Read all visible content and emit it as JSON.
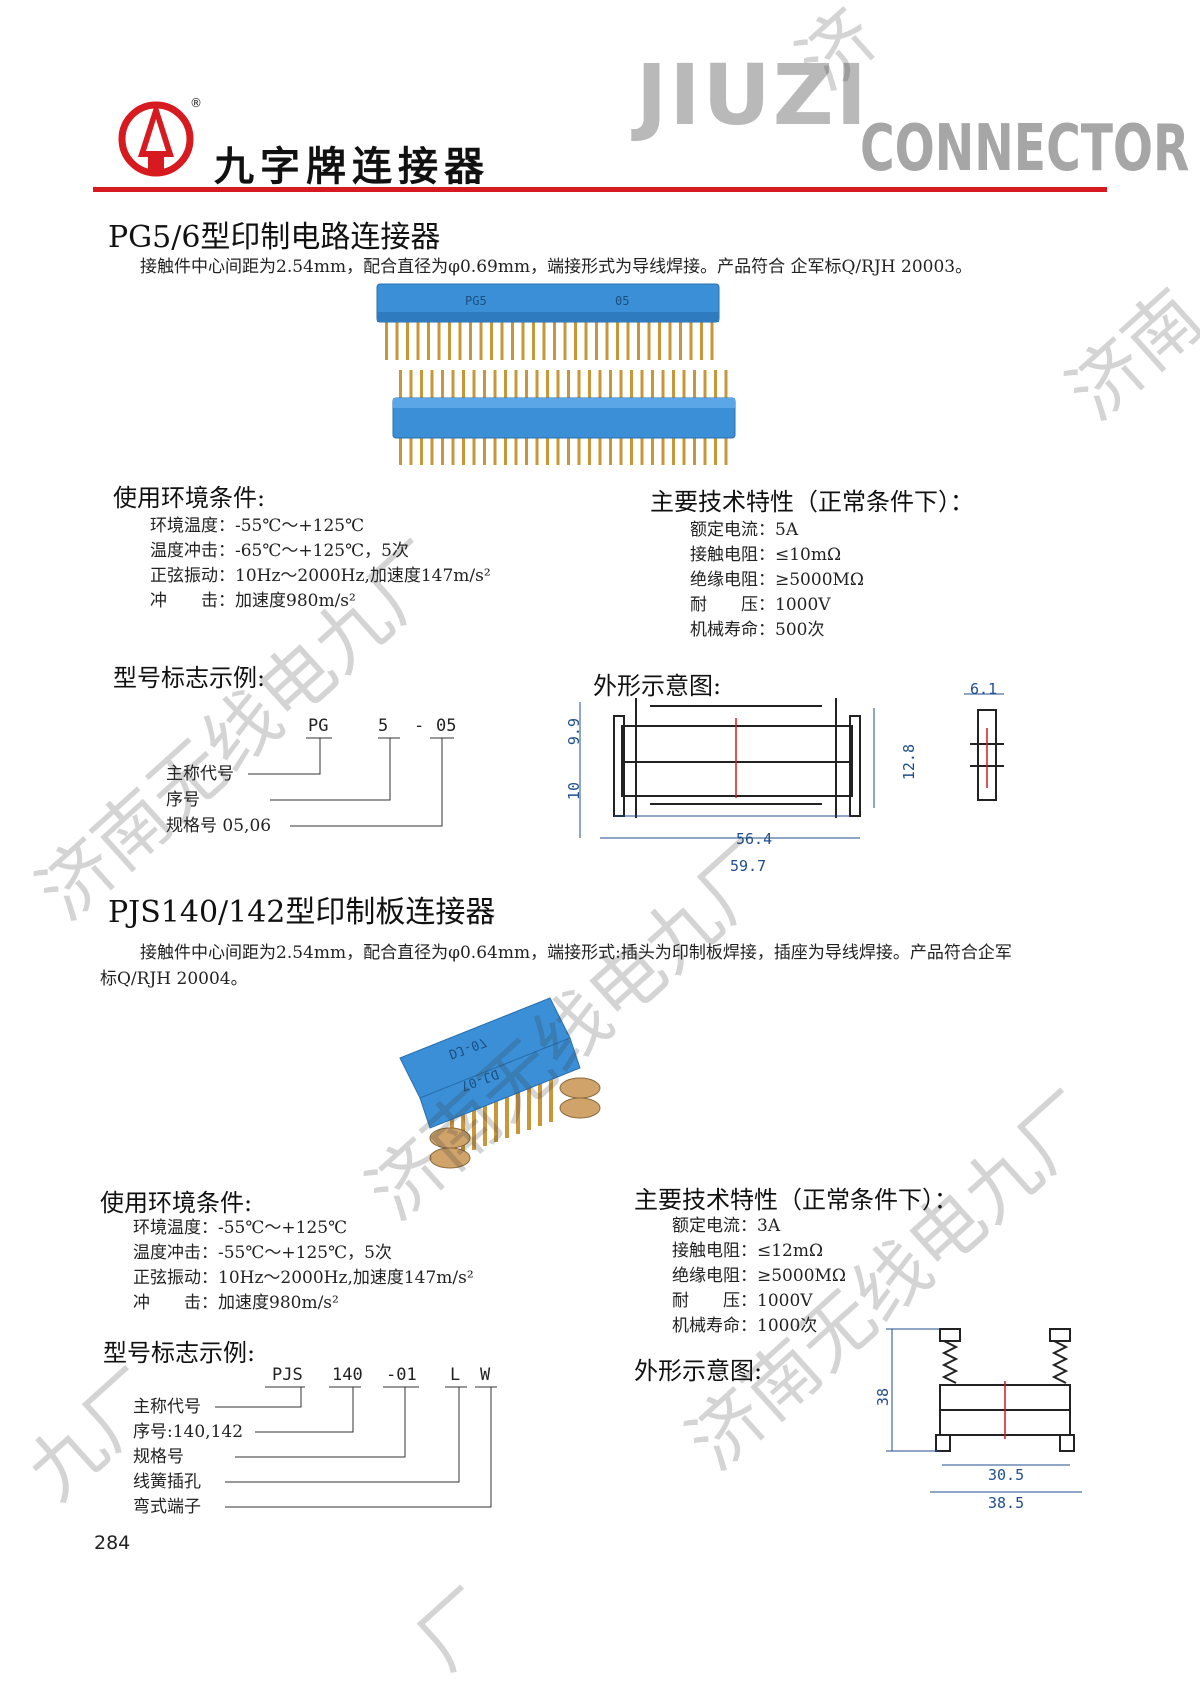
{
  "header": {
    "brand_title": "九字牌连接器",
    "registered": "®",
    "logo_word_1": "JIUZI",
    "logo_word_2": "CONNECTOR"
  },
  "section1": {
    "title": "PG5/6型印制电路连接器",
    "description": "接触件中心间距为2.54mm，配合直径为φ0.69mm，端接形式为导线焊接。产品符合 企军标Q/RJH 20003。",
    "product_print_1": "PG5",
    "product_print_2": "05",
    "env": {
      "heading": "使用环境条件:",
      "items": [
        "环境温度：-55℃～+125℃",
        "温度冲击：-65℃～+125℃，5次",
        "正弦振动：10Hz～2000Hz,加速度147m/s²",
        "冲　　击：加速度980m/s²"
      ]
    },
    "tech": {
      "heading": "主要技术特性（正常条件下）：",
      "items": [
        "额定电流：5A",
        "接触电阻：≤10mΩ",
        "绝缘电阻：≥5000MΩ",
        "耐　　压：1000V",
        "机械寿命：500次"
      ]
    },
    "model": {
      "heading": "型号标志示例:",
      "code": [
        "PG",
        "5",
        "-",
        "05"
      ],
      "labels": [
        "主称代号",
        "序号",
        "规格号  05,06"
      ]
    },
    "outline": {
      "heading": "外形示意图:",
      "dims": [
        "6.1",
        "9.9",
        "10",
        "12.8",
        "56.4",
        "59.7"
      ]
    }
  },
  "section2": {
    "title": "PJS140/142型印制板连接器",
    "description_line1": "接触件中心间距为2.54mm，配合直径为φ0.64mm，端接形式:插头为印制板焊接，插座为导线焊接。产品符合企军",
    "description_line2": "标Q/RJH 20004。",
    "product_print_1": "DJ-07",
    "product_print_2": "DJ-07",
    "env": {
      "heading": "使用环境条件:",
      "items": [
        "环境温度：-55℃～+125℃",
        "温度冲击：-55℃～+125℃，5次",
        "正弦振动：10Hz～2000Hz,加速度147m/s²",
        "冲　　击：加速度980m/s²"
      ]
    },
    "tech": {
      "heading": "主要技术特性（正常条件下）：",
      "items": [
        "额定电流：3A",
        "接触电阻：≤12mΩ",
        "绝缘电阻：≥5000MΩ",
        "耐　　压：1000V",
        "机械寿命：1000次"
      ]
    },
    "model": {
      "heading": "型号标志示例:",
      "code": [
        "PJS",
        "140",
        "-01",
        "L",
        "W"
      ],
      "labels": [
        "主称代号",
        "序号:140,142",
        "规格号",
        "线簧插孔",
        "弯式端子"
      ]
    },
    "outline": {
      "heading": "外形示意图:",
      "dims": [
        "38",
        "30.5",
        "38.5"
      ]
    }
  },
  "page_number": "284",
  "watermark": "济南无线电九厂",
  "watermark_fragments": [
    "济",
    "济南",
    "九厂",
    "厂"
  ],
  "colors": {
    "accent_red": "#d71920",
    "dim_blue": "#1f4e8c",
    "connector_blue": "#3a8fd6",
    "pin_gold": "#c9973a"
  }
}
